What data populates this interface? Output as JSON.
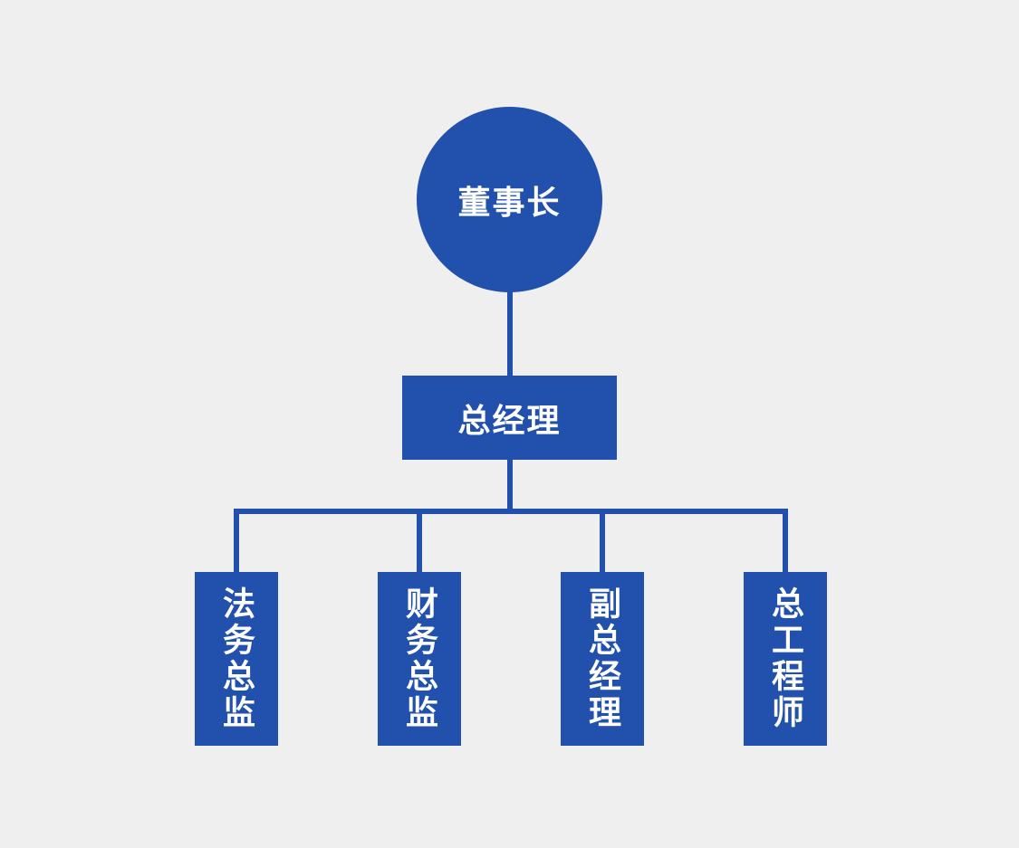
{
  "page": {
    "background_color": "#efefef",
    "accent_color": "#2151ac",
    "text_color": "#ffffff"
  },
  "org_chart": {
    "type": "org-chart",
    "root": {
      "label": "董事长",
      "shape": "circle"
    },
    "level2": {
      "label": "总经理",
      "shape": "rectangle"
    },
    "level3": [
      {
        "label": "法务总监"
      },
      {
        "label": "财务总监"
      },
      {
        "label": "副总经理"
      },
      {
        "label": "总工程师"
      }
    ]
  }
}
